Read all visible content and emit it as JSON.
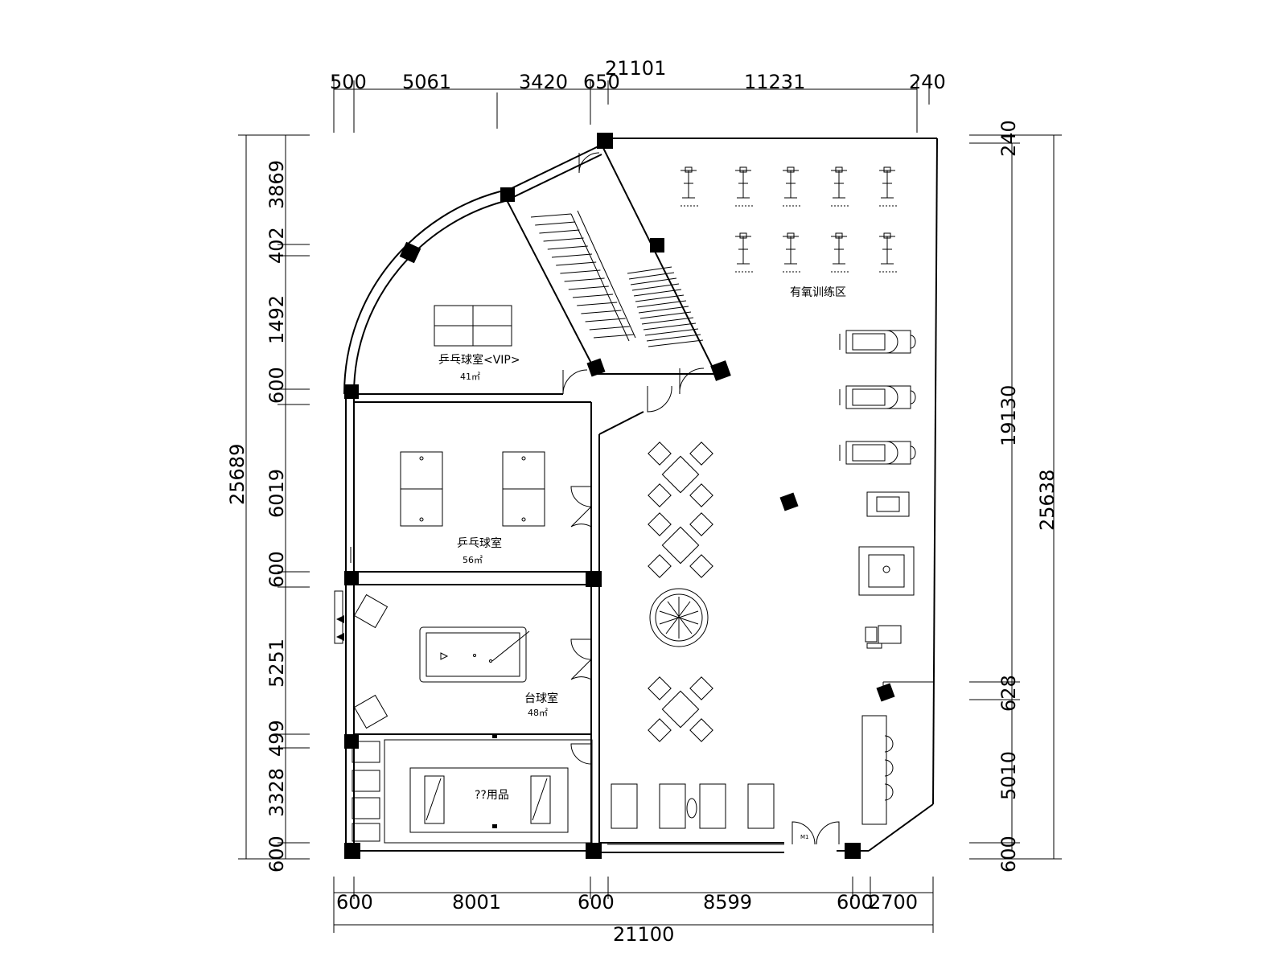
{
  "dimensions": {
    "top_total": "21101",
    "top_segments": [
      "500",
      "5061",
      "3420",
      "650",
      "11231",
      "240"
    ],
    "bottom_total": "21100",
    "bottom_segments": [
      "600",
      "8001",
      "600",
      "8599",
      "600",
      "2700"
    ],
    "left_total": "25689",
    "left_segments": [
      "3869",
      "402",
      "1492",
      "600",
      "6019",
      "600",
      "5251",
      "499",
      "3328",
      "600"
    ],
    "right_total": "25638",
    "right_sub": "19130",
    "right_segments": [
      "240",
      "628",
      "5010",
      "600"
    ]
  },
  "rooms": {
    "vip_pingpong": {
      "name": "乒乓球室<VIP>",
      "area": "41㎡"
    },
    "pingpong": {
      "name": "乒乓球室",
      "area": "56㎡"
    },
    "billiards": {
      "name": "台球室",
      "area": "48㎡"
    },
    "unknown_room": {
      "name": "??用品"
    },
    "aerobic": {
      "name": "有氧训练区"
    },
    "door_m1": "M1"
  },
  "icons": {
    "column": "column-icon",
    "bike": "spin-bike-icon",
    "treadmill": "treadmill-icon",
    "table_set": "dining-table-icon",
    "plant": "plant-icon",
    "door": "door-swing-icon"
  }
}
